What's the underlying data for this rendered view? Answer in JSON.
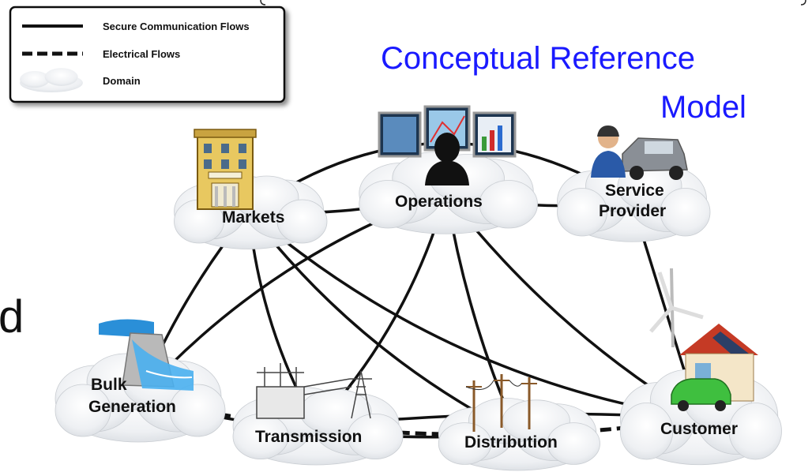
{
  "title": {
    "line1": "Conceptual Reference",
    "line2": "Model"
  },
  "legend": {
    "items": [
      {
        "label": "Secure Communication Flows",
        "style": "solid"
      },
      {
        "label": "Electrical Flows",
        "style": "dashed"
      },
      {
        "label": "Domain",
        "style": "cloud"
      }
    ]
  },
  "domains": [
    {
      "id": "markets",
      "label": "Markets",
      "icon": "market-building-icon"
    },
    {
      "id": "operations",
      "label": "Operations",
      "icon": "operator-monitors-icon"
    },
    {
      "id": "service-provider",
      "label_lines": [
        "Service",
        "Provider"
      ],
      "icon": "technician-truck-icon"
    },
    {
      "id": "bulk-generation",
      "label_lines": [
        "Bulk",
        "Generation"
      ],
      "icon": "hydro-dam-icon"
    },
    {
      "id": "transmission",
      "label": "Transmission",
      "icon": "substation-tower-icon"
    },
    {
      "id": "distribution",
      "label": "Distribution",
      "icon": "utility-poles-icon"
    },
    {
      "id": "customer",
      "label": "Customer",
      "icon": "house-wind-ev-icon"
    }
  ],
  "communication_flows": [
    [
      "markets",
      "operations"
    ],
    [
      "markets",
      "service-provider"
    ],
    [
      "operations",
      "service-provider"
    ],
    [
      "markets",
      "bulk-generation"
    ],
    [
      "markets",
      "transmission"
    ],
    [
      "markets",
      "distribution"
    ],
    [
      "markets",
      "customer"
    ],
    [
      "operations",
      "bulk-generation"
    ],
    [
      "operations",
      "transmission"
    ],
    [
      "operations",
      "distribution"
    ],
    [
      "operations",
      "customer"
    ],
    [
      "service-provider",
      "customer"
    ],
    [
      "bulk-generation",
      "distribution"
    ],
    [
      "transmission",
      "customer"
    ]
  ],
  "electrical_flows": [
    [
      "bulk-generation",
      "transmission"
    ],
    [
      "transmission",
      "distribution"
    ],
    [
      "distribution",
      "customer"
    ]
  ],
  "stray_text": {
    "left_letter": "d"
  },
  "colors": {
    "title": "#1a1aff",
    "line": "#111111",
    "cloud": "#eef0f3",
    "cloud_edge": "#c9cdd2"
  }
}
